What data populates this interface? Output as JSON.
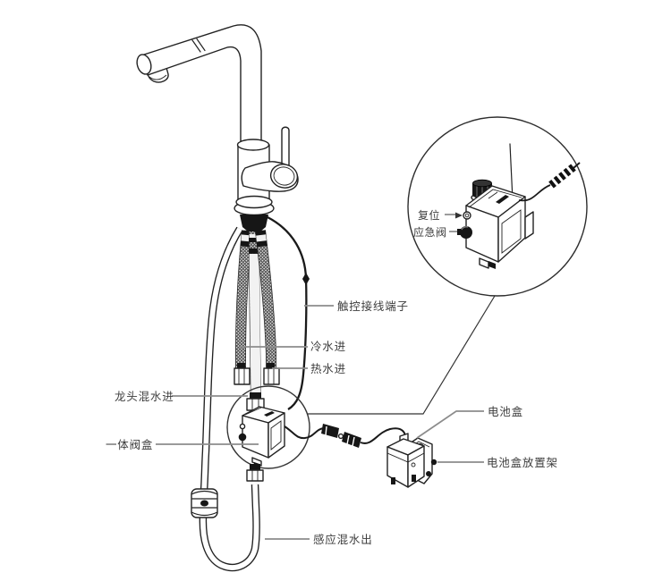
{
  "diagram": {
    "labels": {
      "touch_terminal": "触控接线端子",
      "cold_in": "冷水进",
      "hot_in": "热水进",
      "faucet_mix_in": "龙头混水进",
      "valve_box": "一体阀盒",
      "sensor_mix_out": "感应混水出",
      "battery_box": "电池盒",
      "battery_bracket": "电池盒放置架",
      "reset": "复位",
      "emergency_valve": "应急阀"
    },
    "colors": {
      "line": "#222222",
      "label_text": "#3d3d3d",
      "leader": "#8c8c8c",
      "background": "#ffffff"
    }
  }
}
